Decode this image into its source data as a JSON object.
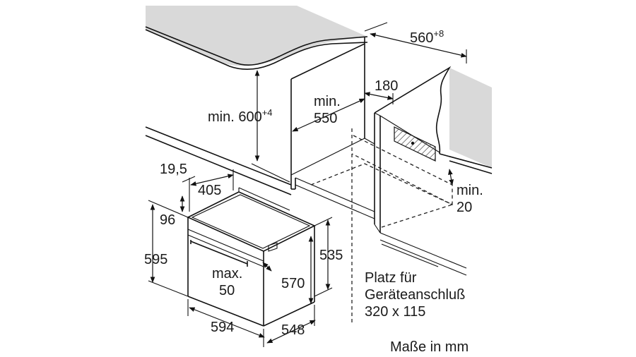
{
  "dimensions": {
    "cabinet_depth": "560",
    "cabinet_depth_tol": "+8",
    "min_label": "min.",
    "niche_depth": "550",
    "niche_height": "min. 600",
    "niche_height_tol": "+4",
    "vent_gap": "180",
    "min_20_a": "min.",
    "min_20_b": "20",
    "offset_19_5": "19,5",
    "width_405": "405",
    "height_96": "96",
    "height_595": "595",
    "height_535": "535",
    "height_570": "570",
    "max_label": "max.",
    "max_50": "50",
    "width_594": "594",
    "depth_548": "548"
  },
  "notes": {
    "connection_line1": "Platz für",
    "connection_line2": "Geräteanschluß",
    "connection_line3": "320 x 115",
    "units": "Maße in mm"
  }
}
